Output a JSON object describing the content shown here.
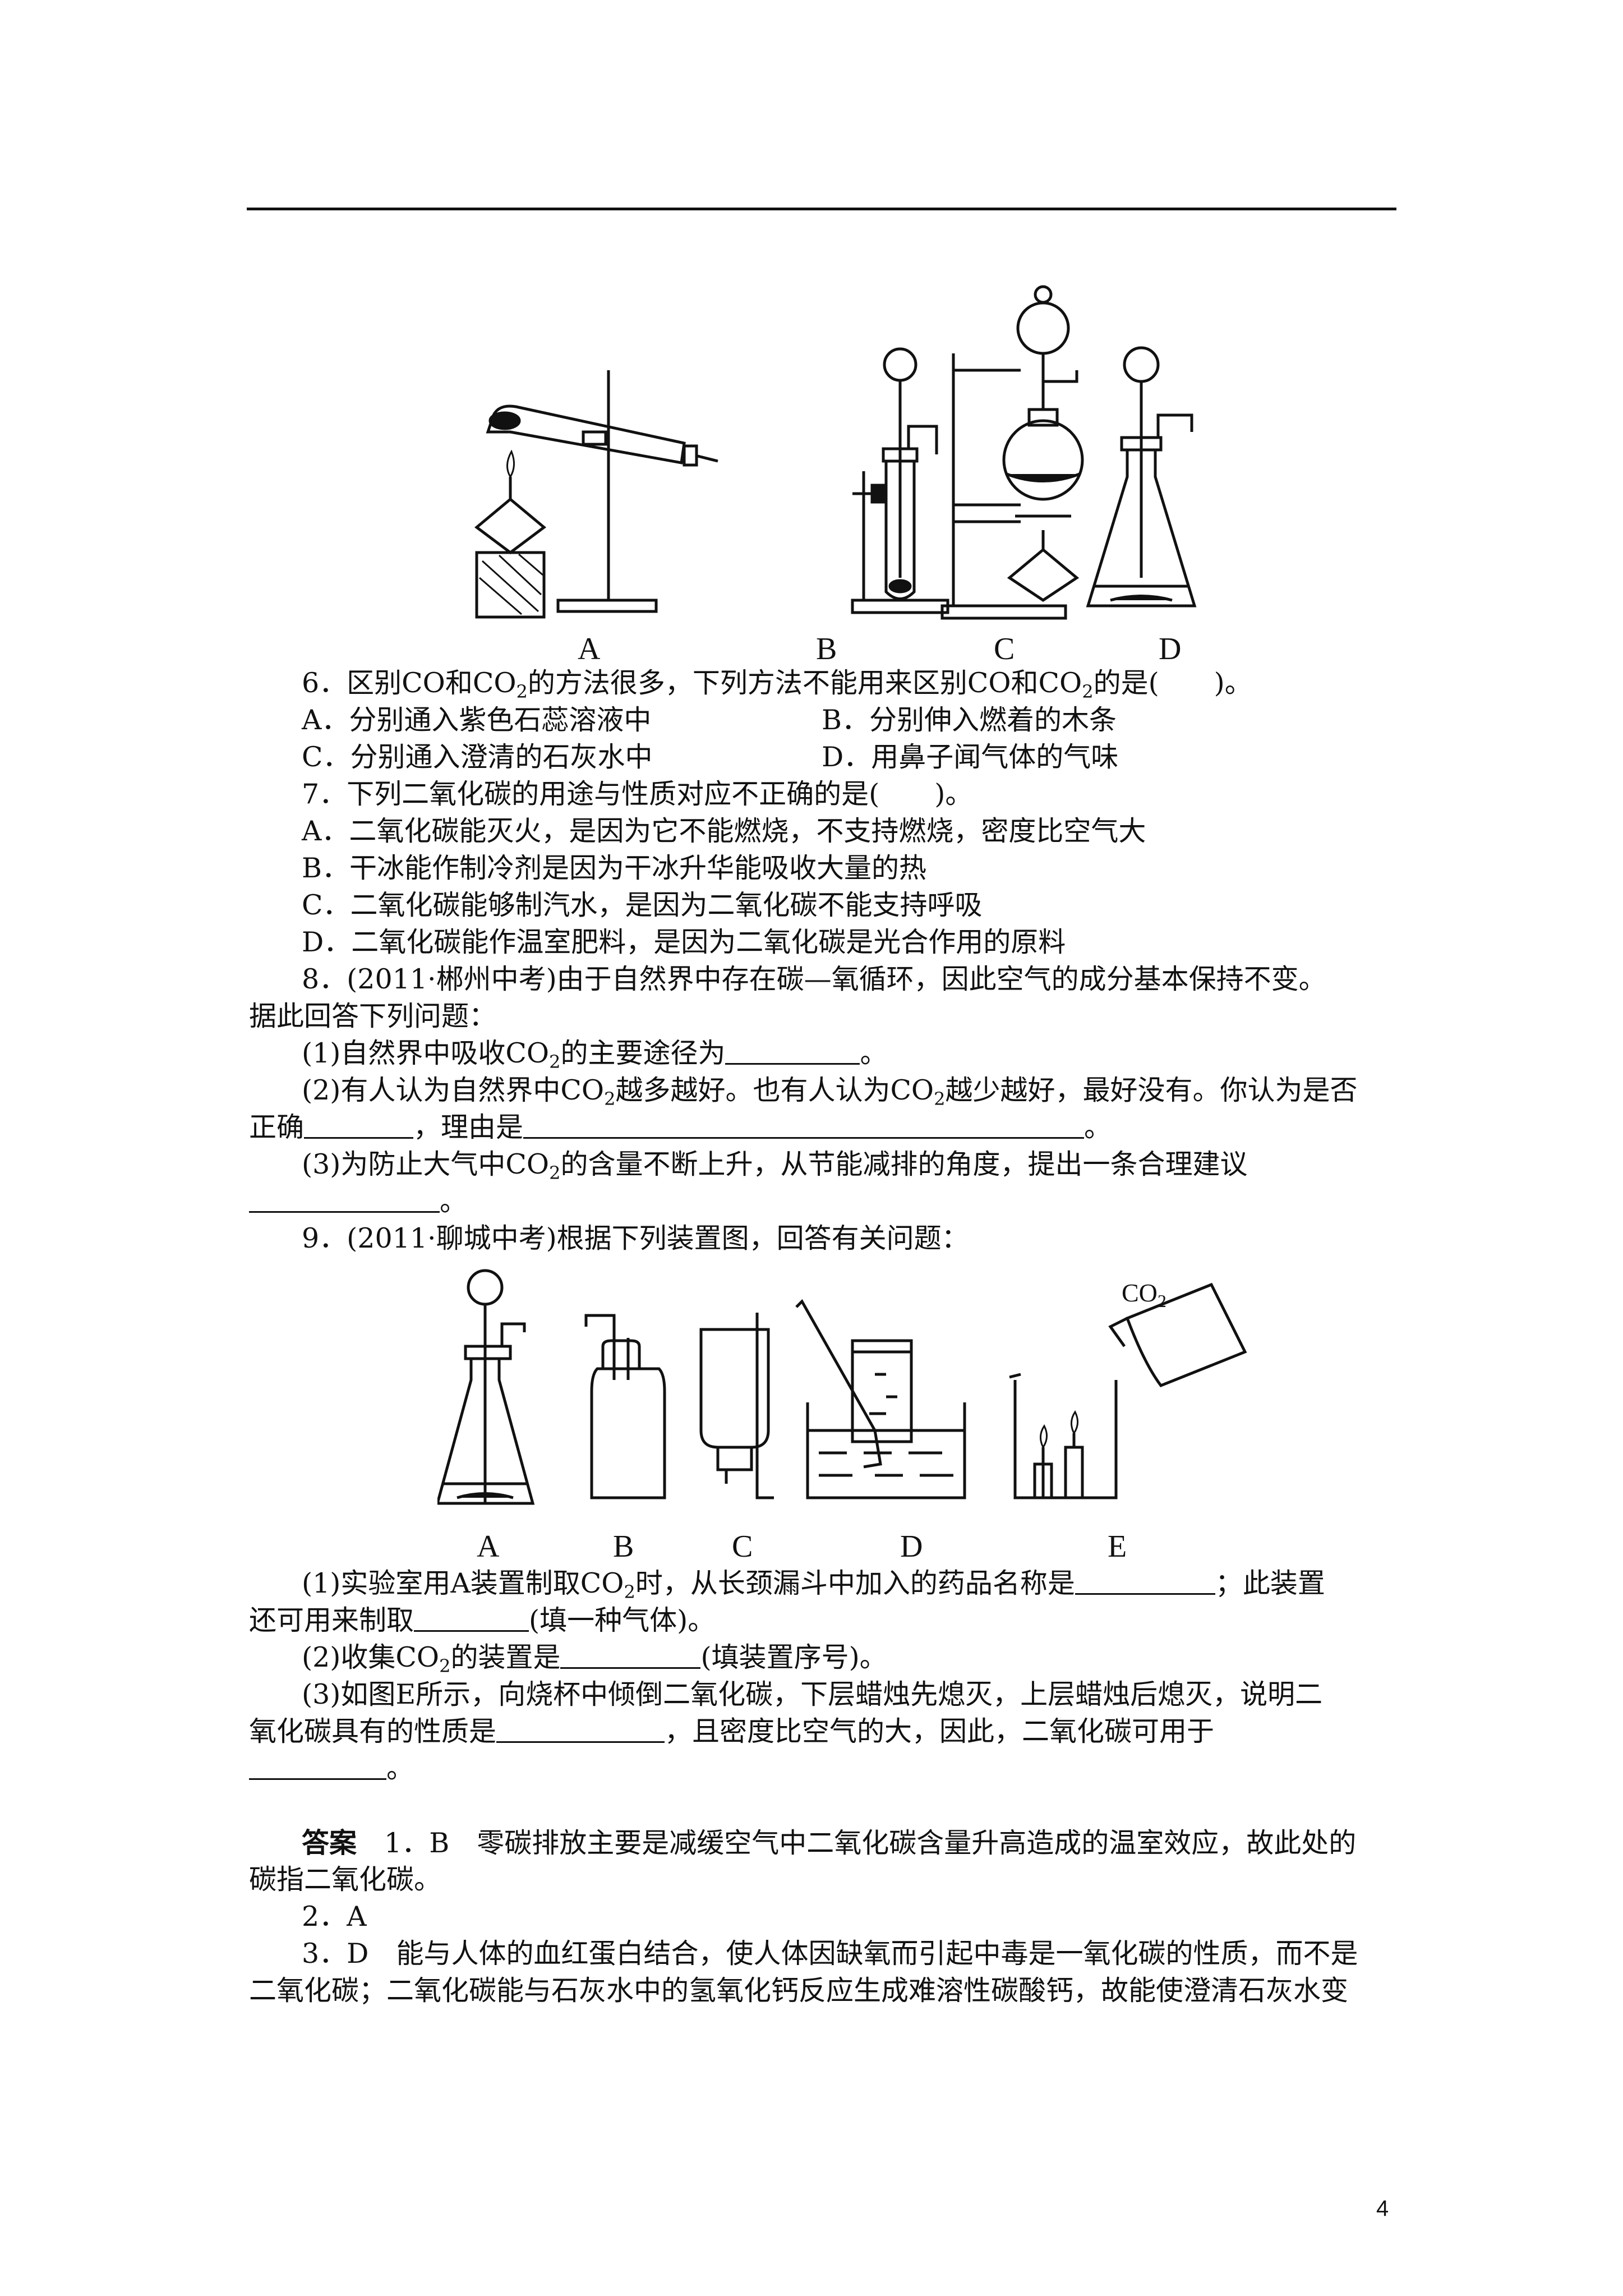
{
  "figure1": {
    "labels": [
      "A",
      "B",
      "C",
      "D"
    ]
  },
  "q6": {
    "stem_a": "6．区别CO和CO",
    "stem_b": "的方法很多，下列方法不能用来区别CO和CO",
    "stem_c": "的是(　　)。",
    "sub": "2",
    "options": [
      "A．分别通入紫色石蕊溶液中",
      "B．分别伸入燃着的木条",
      "C．分别通入澄清的石灰水中",
      "D．用鼻子闻气体的气味"
    ]
  },
  "q7": {
    "stem": "7．下列二氧化碳的用途与性质对应不正确的是(　　)。",
    "options": [
      "A．二氧化碳能灭火，是因为它不能燃烧，不支持燃烧，密度比空气大",
      "B．干冰能作制冷剂是因为干冰升华能吸收大量的热",
      "C．二氧化碳能够制汽水，是因为二氧化碳不能支持呼吸",
      "D．二氧化碳能作温室肥料，是因为二氧化碳是光合作用的原料"
    ]
  },
  "q8": {
    "line1": "8．(2011·郴州中考)由于自然界中存在碳—氧循环，因此空气的成分基本保持不变。",
    "line2": "据此回答下列问题：",
    "p1_a": "(1)自然界中吸收CO",
    "p1_b": "的主要途径为",
    "p1_c": "。",
    "p2_a": "(2)有人认为自然界中CO",
    "p2_b": "越多越好。也有人认为CO",
    "p2_c": "越少越好，最好没有。你认为是否",
    "p2_d": "正确",
    "p2_e": "，理由是",
    "p2_f": "。",
    "p3_a": "(3)为防止大气中CO",
    "p3_b": "的含量不断上升，从节能减排的角度，提出一条合理建议",
    "p3_c": "。",
    "sub": "2"
  },
  "q9": {
    "stem": "9．(2011·聊城中考)根据下列装置图，回答有关问题：",
    "fig_labels": [
      "A",
      "B",
      "C",
      "D",
      "E"
    ],
    "co2_label": "CO",
    "co2_sub": "2",
    "p1_a": "(1)实验室用A装置制取CO",
    "p1_b": "时，从长颈漏斗中加入的药品名称是",
    "p1_c": "；此装置",
    "p1_d": "还可用来制取",
    "p1_e": "(填一种气体)。",
    "p2_a": "(2)收集CO",
    "p2_b": "的装置是",
    "p2_c": "(填装置序号)。",
    "p3_line1": "(3)如图E所示，向烧杯中倾倒二氧化碳，下层蜡烛先熄灭，上层蜡烛后熄灭，说明二",
    "p3_a": "氧化碳具有的性质是",
    "p3_b": "，且密度比空气的大，因此，二氧化碳可用于",
    "p3_c": "。",
    "sub": "2"
  },
  "answers": {
    "head": "答案",
    "a1": "1．B　零碳排放主要是减缓空气中二氧化碳含量升高造成的温室效应，故此处的",
    "a1_cont": "碳指二氧化碳。",
    "a2": "2．A",
    "a3": "3．D　能与人体的血红蛋白结合，使人体因缺氧而引起中毒是一氧化碳的性质，而不是",
    "a3_cont": "二氧化碳；二氧化碳能与石灰水中的氢氧化钙反应生成难溶性碳酸钙，故能使澄清石灰水变"
  },
  "page_number": "4"
}
